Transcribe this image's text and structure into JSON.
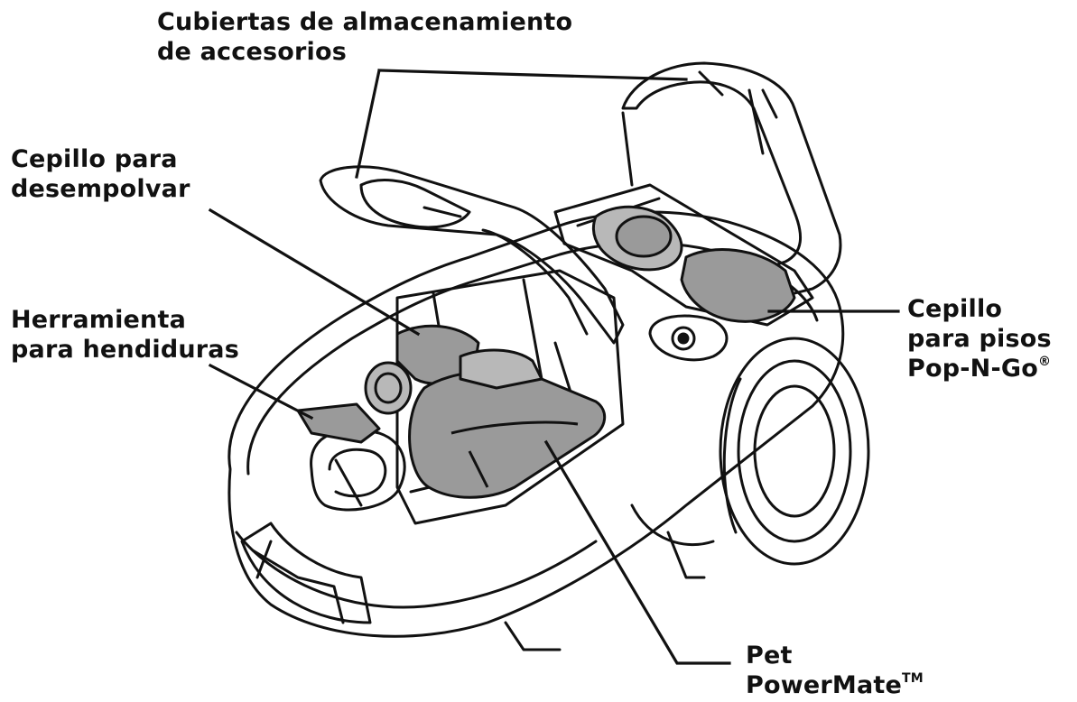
{
  "labels": {
    "storage_covers": {
      "line1": "Cubiertas de almacenamiento",
      "line2": "de accesorios"
    },
    "dusting_brush": {
      "line1": "Cepillo para",
      "line2": "desempolvar"
    },
    "crevice_tool": {
      "line1": "Herramienta",
      "line2": "para hendiduras"
    },
    "floor_brush": {
      "line1": "Cepillo",
      "line2": "para pisos",
      "line3": "Pop-N-Go",
      "mark": "®"
    },
    "pet_powermate": {
      "line1": "Pet",
      "line2": "PowerMate",
      "mark": "TM"
    }
  },
  "colors": {
    "outline": "#111111",
    "accessory_fill": "#9a9a9a",
    "accessory_fill_light": "#b8b8b8",
    "background": "#ffffff"
  },
  "icons": [
    "vacuum-canister-illustration",
    "wheel-icon",
    "cord-rewind-button-icon"
  ]
}
